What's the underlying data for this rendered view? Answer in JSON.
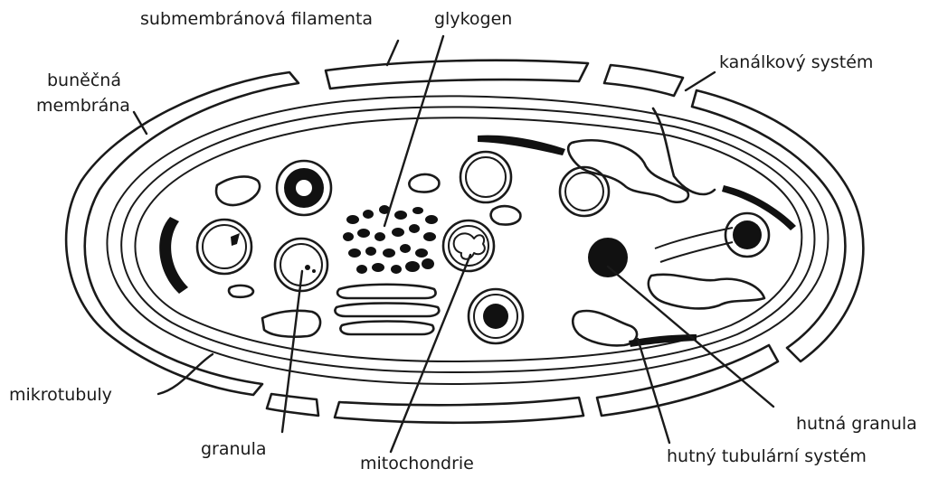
{
  "labels": {
    "submembrane_filaments": "submembránová filamenta",
    "glycogen": "glykogen",
    "canalicular_system": "kanálkový systém",
    "cell_membrane_line1": "buněčná",
    "cell_membrane_line2": "membrána",
    "microtubules": "mikrotubuly",
    "granule": "granula",
    "mitochondria": "mitochondrie",
    "dense_granule": "hutná granula",
    "dense_tubular_system": "hutný tubulární systém"
  },
  "colors": {
    "ink": "#1a1a1a",
    "background": "#ffffff"
  }
}
